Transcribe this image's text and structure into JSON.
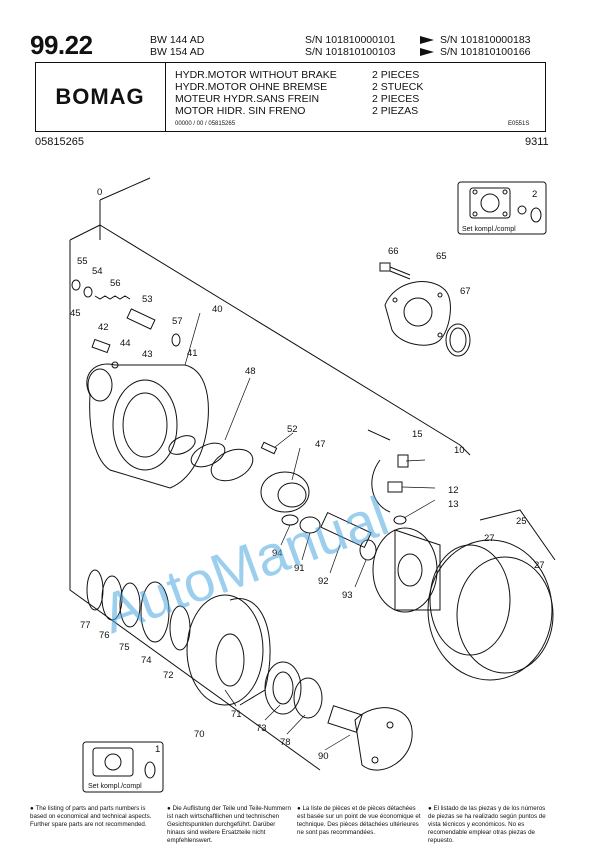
{
  "header": {
    "page_number": "99.22",
    "models": [
      "BW 144 AD",
      "BW 154 AD"
    ],
    "serials": [
      {
        "from": "S/N 101810000101",
        "to": "S/N 101810000183"
      },
      {
        "from": "S/N 101810100103",
        "to": "S/N 101810100166"
      }
    ]
  },
  "title_block": {
    "logo": "BOMAG",
    "descriptions": [
      {
        "text": "HYDR.MOTOR WITHOUT BRAKE",
        "qty": "2 PIECES"
      },
      {
        "text": "HYDR.MOTOR OHNE BREMSE",
        "qty": "2 STUECK"
      },
      {
        "text": "MOTEUR HYDR.SANS FREIN",
        "qty": "2 PIECES"
      },
      {
        "text": "MOTOR HIDR. SIN FRENO",
        "qty": "2 PIEZAS"
      }
    ],
    "code_small": "00000 / 00 / 05815265",
    "e_small": "E0551S",
    "part_number": "05815265",
    "date_code": "9311"
  },
  "diagram": {
    "watermark": "AutoManual",
    "set_label": "Set kompl./compl",
    "set_number_top": "2",
    "set_number_bottom": "1",
    "callouts": [
      "0",
      "55",
      "54",
      "56",
      "53",
      "57",
      "45",
      "42",
      "44",
      "43",
      "41",
      "40",
      "48",
      "52",
      "47",
      "66",
      "65",
      "67",
      "15",
      "10",
      "12",
      "13",
      "94",
      "91",
      "92",
      "93",
      "25",
      "27",
      "27",
      "77",
      "76",
      "75",
      "74",
      "72",
      "71",
      "73",
      "78",
      "90",
      "70"
    ]
  },
  "footnotes": [
    "The listing of parts and parts numbers is based on economical and technical aspects. Further spare parts are not recommended.",
    "Die Auflistung der Teile und Teile-Nummern ist nach wirtschaftlichen und technischen Gesichtspunkten durchgeführt. Darüber hinaus sind weitere Ersatzteile nicht empfehlenswert.",
    "La liste de pièces et de pièces détachées est basée sur un point de vue économique et technique. Des pièces détachées ultérieures ne sont pas recommandées.",
    "El listado de las piezas y de los números de piezas se ha realizado según puntos de vista técnicos y económicos. No es recomendable emplear otras piezas de repuesto."
  ]
}
